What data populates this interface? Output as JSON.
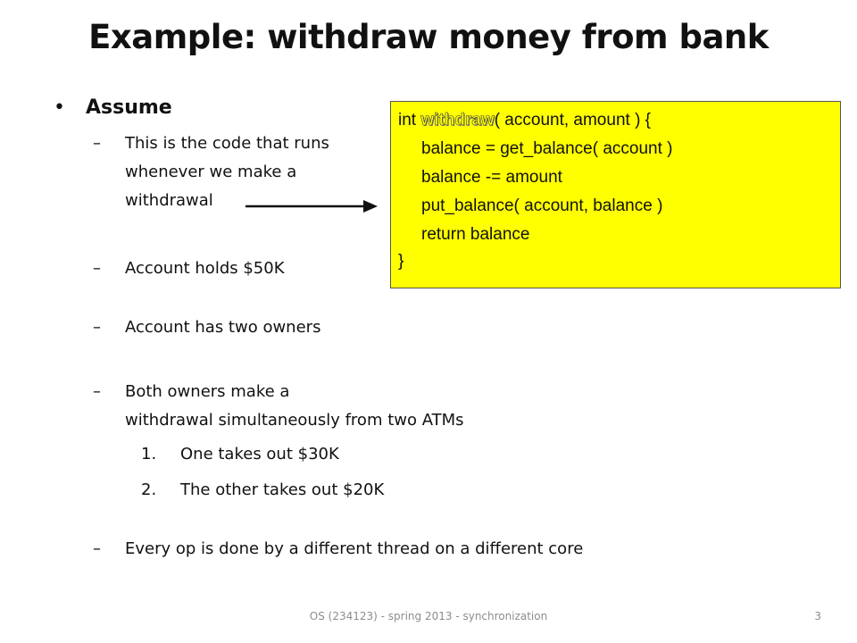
{
  "slide": {
    "title": "Example: withdraw money from bank",
    "bullet": {
      "symbol": "•",
      "label": "Assume"
    },
    "dash": "–",
    "points": [
      "This is the code that runs",
      "whenever we make a",
      "withdrawal",
      "Account holds $50K",
      "Account has two owners",
      "Both owners make a",
      "withdrawal simultaneously from two ATMs",
      "Every op is done by a different thread on a different core"
    ],
    "numbered": [
      {
        "num": "1.",
        "text": "One takes out $30K"
      },
      {
        "num": "2.",
        "text": "The other takes out $20K"
      }
    ],
    "code": {
      "line1_prefix": "int ",
      "line1_fn": "withdraw",
      "line1_suffix": "( account, amount ) {",
      "line2": "balance = get_balance( account )",
      "line3": "balance -= amount",
      "line4": "put_balance( account, balance )",
      "line5": "return balance",
      "line6": "}"
    },
    "footer": {
      "text": "OS (234123) - spring 2013 - synchronization",
      "page_number": "3"
    }
  },
  "colors": {
    "code_background": "#ffff00",
    "footer_text": "#8c8c8c"
  }
}
